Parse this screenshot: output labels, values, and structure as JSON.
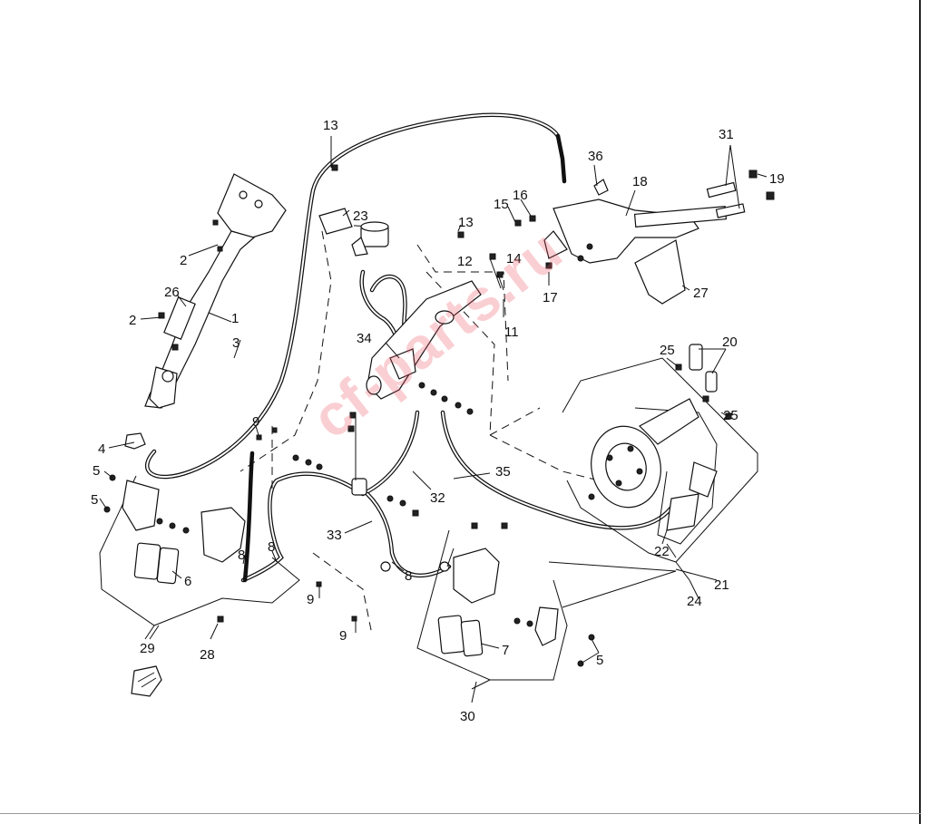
{
  "watermark": "cf-parts.ru",
  "callouts": {
    "c1": "1",
    "c2a": "2",
    "c2b": "2",
    "c3": "3",
    "c4": "4",
    "c5a": "5",
    "c5b": "5",
    "c5c": "5",
    "c6": "6",
    "c7": "7",
    "c8a": "8",
    "c8b": "8",
    "c8c": "8",
    "c9a": "9",
    "c9b": "9",
    "c9c": "9",
    "c11": "11",
    "c12": "12",
    "c13a": "13",
    "c13b": "13",
    "c14": "14",
    "c15": "15",
    "c16": "16",
    "c17": "17",
    "c18": "18",
    "c19": "19",
    "c20": "20",
    "c21": "21",
    "c22": "22",
    "c23": "23",
    "c24": "24",
    "c25a": "25",
    "c25b": "25",
    "c26": "26",
    "c27": "27",
    "c28": "28",
    "c29": "29",
    "c30": "30",
    "c31": "31",
    "c32": "32",
    "c33": "33",
    "c34": "34",
    "c35": "35",
    "c36": "36"
  }
}
